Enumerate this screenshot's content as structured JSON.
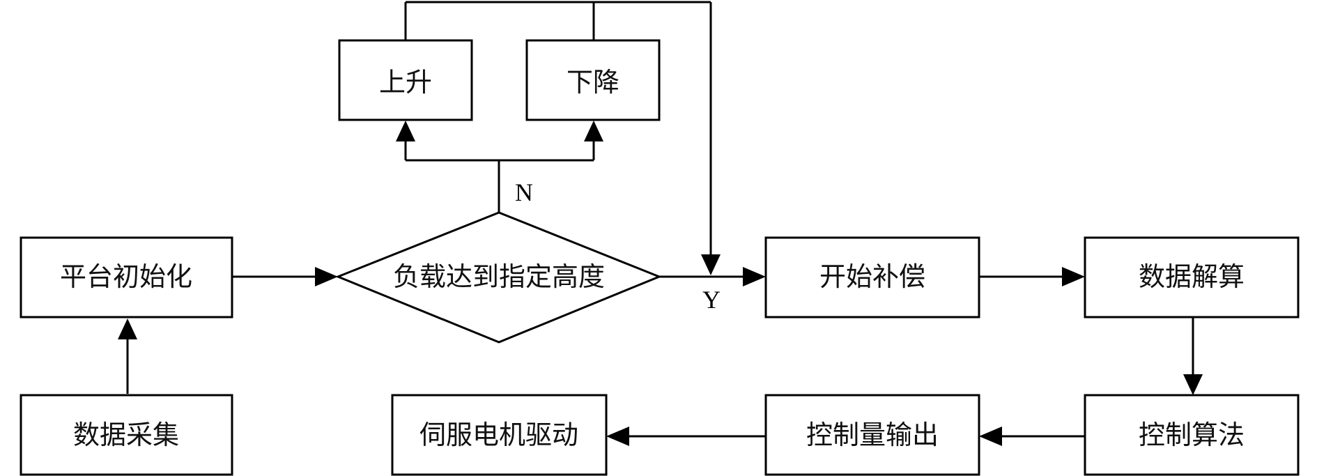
{
  "nodes": {
    "init": "平台初始化",
    "collect": "数据采集",
    "decision": "负载达到指定高度",
    "up": "上升",
    "down": "下降",
    "start_comp": "开始补偿",
    "solve": "数据解算",
    "algorithm": "控制算法",
    "output": "控制量输出",
    "servo": "伺服电机驱动"
  },
  "branches": {
    "no": "N",
    "yes": "Y"
  }
}
